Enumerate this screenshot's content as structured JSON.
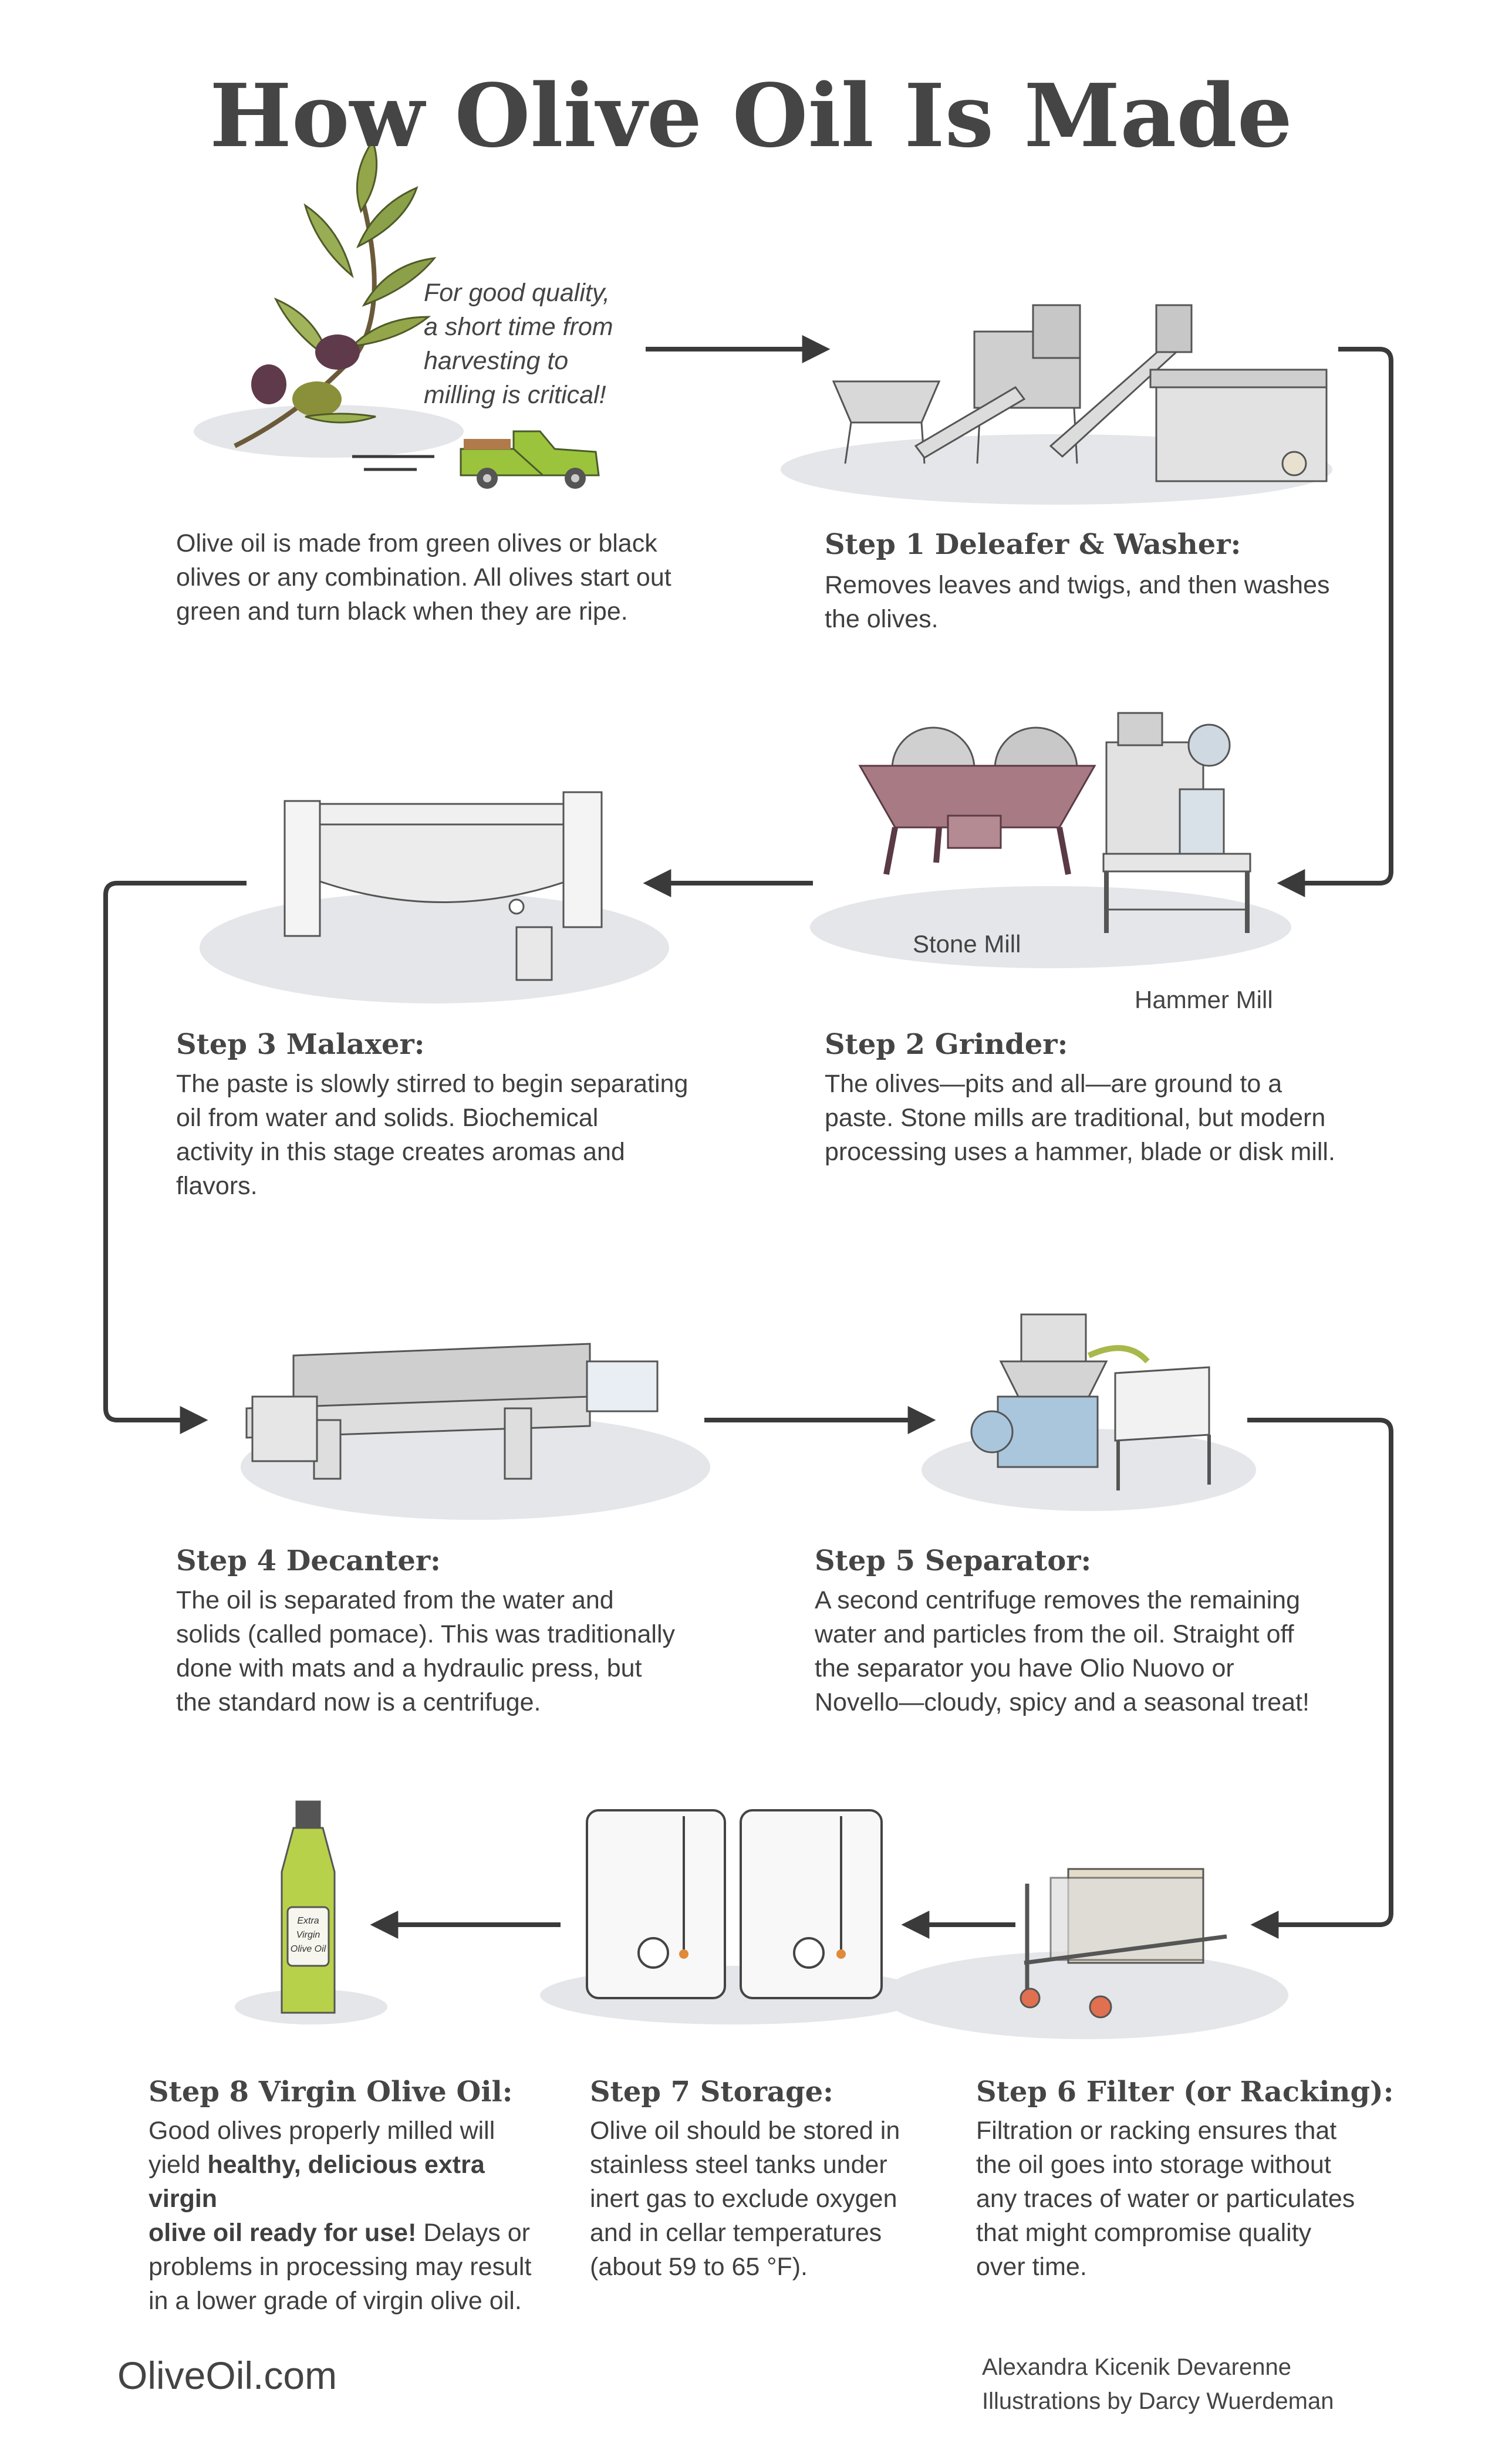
{
  "title": "How Olive Oil Is Made",
  "intro": {
    "quote": [
      "For good quality,",
      "a short time from",
      "harvesting to",
      "milling is critical!"
    ],
    "text": [
      "Olive oil is made from green olives or black",
      "olives or any combination. All olives start out",
      "green and turn black when they are ripe."
    ]
  },
  "steps": [
    {
      "heading": "Step 1 Deleafer & Washer:",
      "lines": [
        "Removes leaves and twigs, and then washes",
        "the olives."
      ]
    },
    {
      "heading": "Step 2 Grinder:",
      "lines": [
        "The olives—pits and all—are ground to a",
        "paste. Stone mills are traditional, but modern",
        "processing uses a hammer, blade or disk mill."
      ]
    },
    {
      "heading": "Step 3 Malaxer:",
      "lines": [
        "The paste is slowly stirred to begin separating",
        "oil from water and solids. Biochemical",
        "activity in this stage creates aromas and",
        "flavors."
      ]
    },
    {
      "heading": "Step 4 Decanter:",
      "lines": [
        "The oil is separated from the water and",
        "solids (called pomace). This was traditionally",
        "done with mats and a hydraulic press, but",
        "the standard now is a centrifuge."
      ]
    },
    {
      "heading": "Step 5 Separator:",
      "lines": [
        "A second centrifuge removes the remaining",
        "water and particles from the oil. Straight off",
        "the separator you have Olio Nuovo or",
        "Novello—cloudy, spicy and a seasonal treat!"
      ]
    },
    {
      "heading": "Step 6 Filter (or Racking):",
      "lines": [
        "Filtration or racking ensures that",
        "the oil goes into storage without",
        "any traces of water or particulates",
        "that might compromise quality",
        "over time."
      ]
    },
    {
      "heading": "Step 7 Storage:",
      "lines": [
        "Olive oil should be stored in",
        "stainless steel tanks under",
        "inert gas to exclude oxygen",
        "and in cellar temperatures",
        "(about 59 to 65 °F)."
      ]
    },
    {
      "heading": "Step 8 Virgin Olive Oil:",
      "line1": "Good olives properly milled will",
      "line2_pre": "yield ",
      "line2_bold": "healthy, delicious extra virgin",
      "line3_bold": "olive oil ready for use!",
      "line3_post": " Delays or",
      "line4": "problems in processing may result",
      "line5": "in a lower grade of virgin olive oil."
    }
  ],
  "grinder_labels": {
    "stone": "Stone Mill",
    "hammer": "Hammer Mill"
  },
  "bottle_label": [
    "Extra",
    "Virgin",
    "Olive Oil"
  ],
  "brand": "OliveOil.com",
  "credits": [
    "Alexandra Kicenik Devarenne",
    "Illustrations by Darcy Wuerdeman"
  ],
  "colors": {
    "text": "#3f3f3f",
    "arrow": "#3a3a3a",
    "shadow": "#e4e6e9",
    "olive_green": "#8fa63a",
    "olive_purple": "#5e3a4a",
    "truck": "#9cc33c",
    "stone_mill": "#a87a84",
    "bottle": "#b8d14a",
    "separator_blue": "#a9c6dc"
  }
}
